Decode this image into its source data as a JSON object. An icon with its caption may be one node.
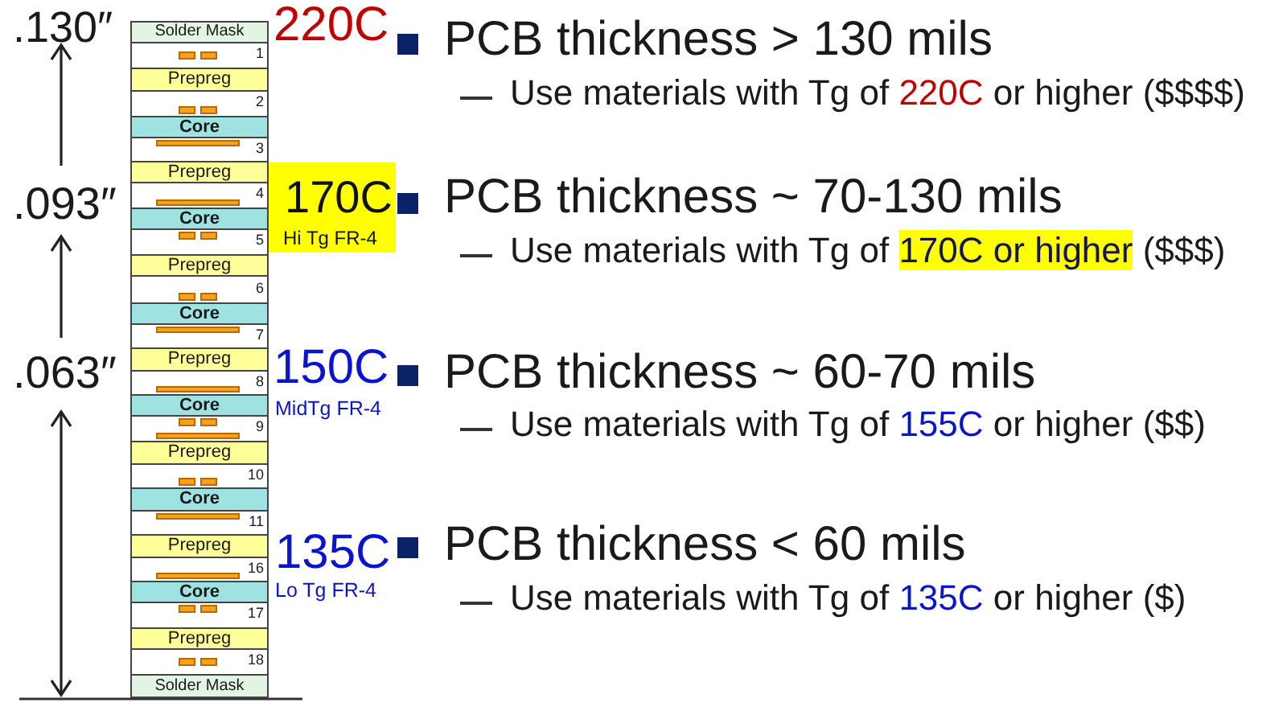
{
  "diagram": {
    "nodes": [
      {
        "text": [
          "Solder Mask"
        ]
      },
      {
        "text": [
          "1"
        ]
      },
      {
        "text": [
          "Prepreg"
        ]
      },
      {
        "text": [
          "2"
        ]
      },
      {
        "text": [
          "Core"
        ]
      },
      {
        "text": [
          "3"
        ]
      },
      {
        "text": [
          "Prepreg"
        ]
      },
      {
        "text": [
          "4"
        ]
      },
      {
        "text": [
          "Core"
        ]
      },
      {
        "text": [
          "5"
        ]
      },
      {
        "text": [
          "Prepreg"
        ]
      },
      {
        "text": [
          "6"
        ]
      },
      {
        "text": [
          "Core"
        ]
      },
      {
        "text": [
          "7"
        ]
      },
      {
        "text": [
          "Prepreg"
        ]
      },
      {
        "text": [
          "8"
        ]
      },
      {
        "text": [
          "Core"
        ]
      },
      {
        "text": [
          "9"
        ]
      },
      {
        "text": [
          "Prepreg"
        ]
      },
      {
        "text": [
          "10"
        ]
      },
      {
        "text": [
          "Core"
        ]
      },
      {
        "text": [
          "11"
        ]
      },
      {
        "text": [
          "Prepreg"
        ]
      },
      {
        "text": [
          "16"
        ]
      },
      {
        "text": [
          "Core"
        ]
      },
      {
        "text": [
          "17"
        ]
      },
      {
        "text": [
          "Prepreg"
        ]
      },
      {
        "text": [
          "18"
        ]
      },
      {
        "text": [
          "Solder Mask"
        ]
      },
      {
        "text": [
          "170C",
          "Hi Tg FR-4"
        ]
      }
    ],
    "labels": [
      ".130″",
      "220C",
      "PCB thickness > 130 mils",
      "Use materials with Tg of 220C or higher ($$$$)",
      ".093″",
      "PCB thickness ~ 70-130 mils",
      "Use materials with Tg of 170C or higher ($$$)",
      ".063″",
      "150C",
      "PCB thickness ~ 60-70 mils",
      "MidTg FR-4",
      "Use materials with Tg of 155C or higher ($$)",
      "135C",
      "PCB thickness < 60 mils",
      "Lo Tg FR-4",
      "Use materials with Tg of 135C or higher ($)"
    ]
  }
}
